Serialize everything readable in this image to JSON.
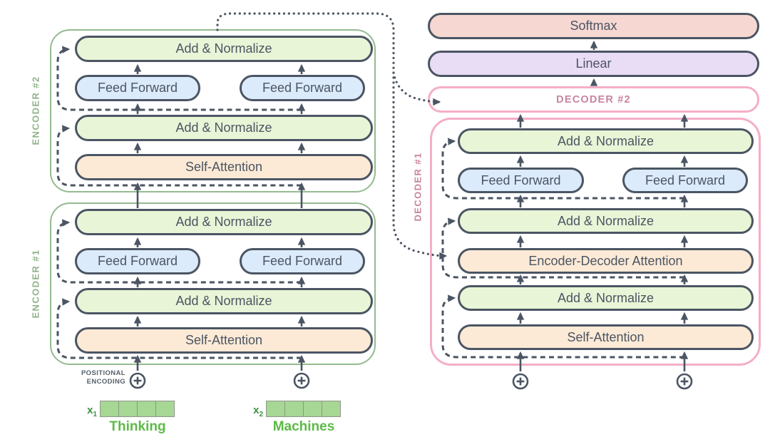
{
  "palette": {
    "stroke_dark": "#4b5563",
    "green_fill": "#e9f5d7",
    "blue_fill": "#dcebfb",
    "orange_fill": "#fcead6",
    "salmon_fill": "#f6d7d2",
    "purple_fill": "#e9dcf5",
    "encoder_border": "#94bb90",
    "decoder_border": "#f5aec8",
    "encoder_label": "#8fb389",
    "decoder_label": "#c9849f",
    "embed_fill": "#a7d795",
    "embed_border": "#8e9689",
    "token_green": "#5cba47",
    "x_label_green": "#3d9140",
    "pos_enc_gray": "#566069"
  },
  "blocks": {
    "add_normalize": "Add & Normalize",
    "feed_forward": "Feed Forward",
    "self_attention": "Self-Attention",
    "encoder_decoder_attention": "Encoder-Decoder Attention",
    "softmax": "Softmax",
    "linear": "Linear"
  },
  "containers": {
    "encoder1": "ENCODER #1",
    "encoder2": "ENCODER #2",
    "decoder1": "DECODER #1",
    "decoder2": "DECODER #2"
  },
  "inputs": {
    "positional_encoding": [
      "POSITIONAL",
      "ENCODING"
    ],
    "embeddings": [
      {
        "symbol_base": "x",
        "symbol_sub": "1",
        "token": "Thinking",
        "cells": 4
      },
      {
        "symbol_base": "x",
        "symbol_sub": "2",
        "token": "Machines",
        "cells": 4
      }
    ]
  }
}
